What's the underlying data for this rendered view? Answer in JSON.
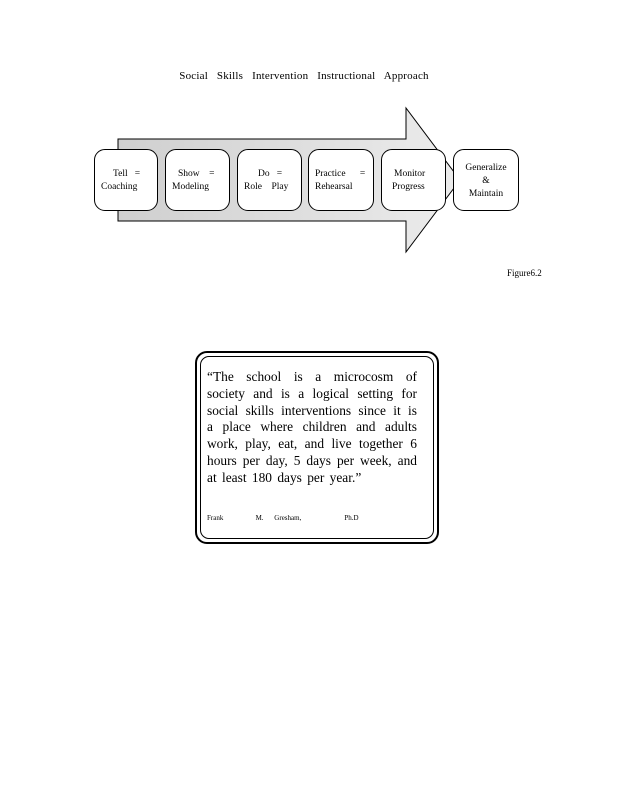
{
  "diagram": {
    "title": "Social Skills Intervention Instructional Approach",
    "steps": [
      {
        "line1": "Tell   =",
        "line2": "Coaching"
      },
      {
        "line1": "Show    =",
        "line2": "Modeling"
      },
      {
        "line1": "Do   =",
        "line2": "Role    Play"
      },
      {
        "line1": "Practice      =",
        "line2": "Rehearsal"
      },
      {
        "line1": "Monitor",
        "line2": "Progress"
      }
    ],
    "final_step": {
      "line1": "Generalize",
      "line2": "&",
      "line3": "Maintain"
    },
    "figure_label": "Figure6.2"
  },
  "quote": {
    "text": "“The school is a microcosm of society and is a logical setting for social skills interventions since it is a place where children and adults work, play, eat, and live together 6 hours per day, 5 days per week, and at least 180 days per year.”",
    "author": "Frank   M. Gresham,    Ph.D"
  }
}
